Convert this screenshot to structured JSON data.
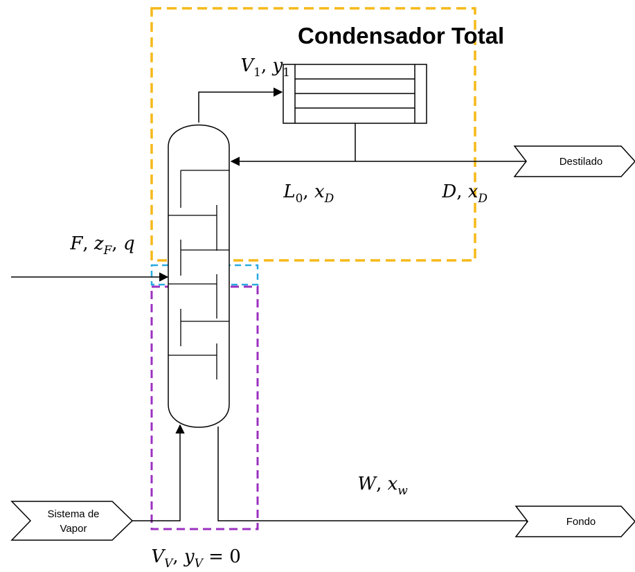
{
  "title": "Condensador Total",
  "colors": {
    "condenser_box": "#f6b919",
    "feed_box": "#29aae1",
    "stripping_box": "#9b30c0",
    "line": "#000000"
  },
  "streams": {
    "vapor_top": {
      "main": "V",
      "sub": "1",
      "sep": ", ",
      "var": "y",
      "var_sub": "1"
    },
    "reflux": {
      "main": "L",
      "sub": "0",
      "sep": ", ",
      "var": "x",
      "var_sub": "D"
    },
    "distillate": {
      "main": "D",
      "sep": ", ",
      "var": "x",
      "var_sub": "D"
    },
    "feed": {
      "main": "F",
      "sep1": ", ",
      "var": "z",
      "var_sub": "F",
      "sep2": ", ",
      "tail": "q"
    },
    "bottoms": {
      "main": "W",
      "sep": ", ",
      "var": "x",
      "var_sub": "w"
    },
    "steam": {
      "main": "V",
      "sub": "V",
      "sep": ", ",
      "var": "y",
      "var_sub": "V",
      "tail": " = 0"
    }
  },
  "tags": {
    "destilado": "Destilado",
    "fondo": "Fondo",
    "steam_line1": "Sistema de",
    "steam_line2": "Vapor"
  }
}
